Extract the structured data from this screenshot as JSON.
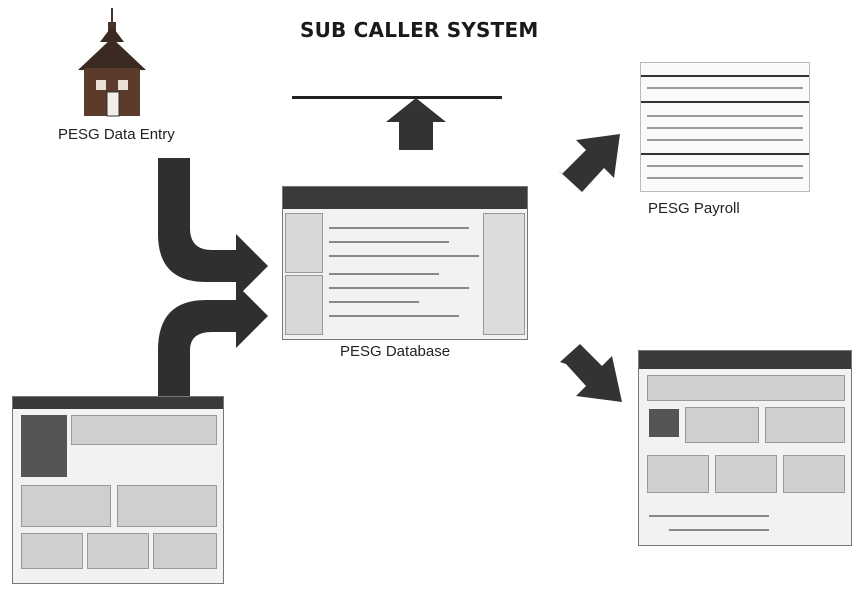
{
  "title": "SUB CALLER SYSTEM",
  "nodes": {
    "data_entry": {
      "label": "PESG Data Entry",
      "icon": "schoolhouse-icon"
    },
    "database": {
      "label": "PESG Database"
    },
    "payroll": {
      "label": "PESG Payroll"
    }
  },
  "colors": {
    "arrow": "#333333",
    "line": "#222222"
  }
}
